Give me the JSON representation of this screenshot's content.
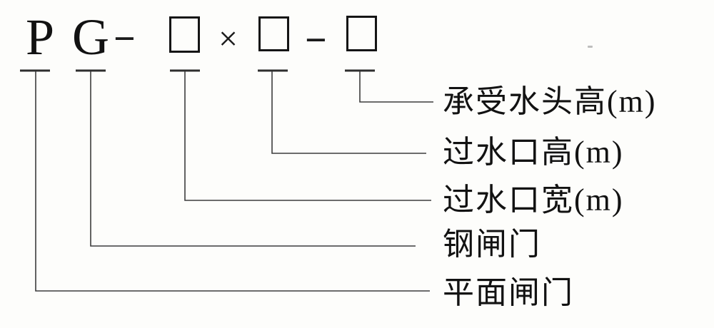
{
  "formula": {
    "letter_p": "P",
    "letter_g": "G",
    "separator_1": "−",
    "multiply_sign": "×",
    "separator_2": "−",
    "placeholder_symbol": "□"
  },
  "callouts": [
    {
      "target": "box-3",
      "label": "承受水头高(m)"
    },
    {
      "target": "box-2",
      "label": "过水口高(m)"
    },
    {
      "target": "box-1",
      "label": "过水口宽(m)"
    },
    {
      "target": "letter-g",
      "label": "钢闸门"
    },
    {
      "target": "letter-p",
      "label": "平面闸门"
    }
  ]
}
